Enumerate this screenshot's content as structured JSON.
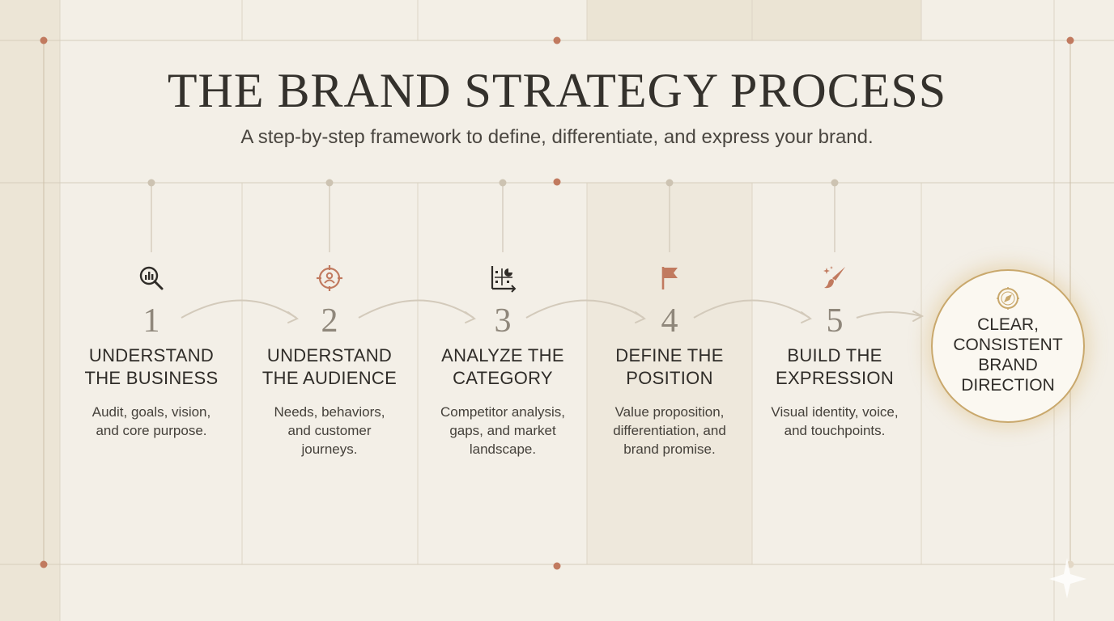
{
  "title": "THE BRAND STRATEGY PROCESS",
  "subtitle": "A step-by-step framework to define, differentiate, and express your brand.",
  "colors": {
    "background": "#f3efe6",
    "accent": "#c17a5f",
    "highlight_column": "#e9e3d4",
    "gold": "#c9a86c",
    "text": "#2f2c28"
  },
  "steps": [
    {
      "number": "1",
      "title": "UNDERSTAND\nTHE BUSINESS",
      "description": "Audit, goals, vision,\nand core purpose.",
      "icon": "magnifier-chart-icon"
    },
    {
      "number": "2",
      "title": "UNDERSTAND\nTHE AUDIENCE",
      "description": "Needs, behaviors,\nand customer\njourneys.",
      "icon": "target-person-icon"
    },
    {
      "number": "3",
      "title": "ANALYZE THE\nCATEGORY",
      "description": "Competitor analysis,\ngaps, and market\nlandscape.",
      "icon": "matrix-chart-icon"
    },
    {
      "number": "4",
      "title": "DEFINE THE\nPOSITION",
      "description": "Value proposition,\ndifferentiation, and\nbrand promise.",
      "icon": "flag-icon"
    },
    {
      "number": "5",
      "title": "BUILD THE\nEXPRESSION",
      "description": "Visual identity, voice,\nand touchpoints.",
      "icon": "paintbrush-sparkle-icon"
    }
  ],
  "outcome": {
    "text": "CLEAR,\nCONSISTENT\nBRAND\nDIRECTION",
    "icon": "compass-icon"
  }
}
